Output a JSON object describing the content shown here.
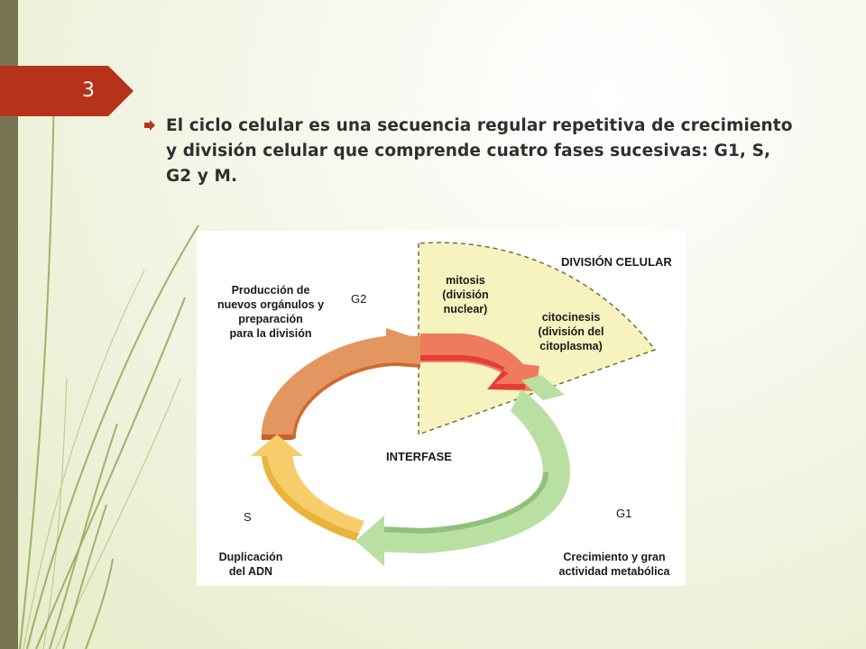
{
  "slide": {
    "page_number": "3",
    "bullet_icon": "arrow-bullet-icon",
    "body_text": "El ciclo celular es una secuencia regular repetitiva de crecimiento y división celular  que comprende cuatro fases sucesivas: G1, S, G2 y M."
  },
  "diagram": {
    "division_title": "DIVISIÓN CELULAR",
    "mitosis": "mitosis\n(división\nnuclear)",
    "citocinesis": "citocinesis\n(división del\ncitoplasma)",
    "interfase": "INTERFASE",
    "g2_label": "G2",
    "g2_description": "Producción de\nnuevos orgánulos y\npreparación\npara la división",
    "s_label": "S",
    "s_description": "Duplicación\ndel ADN",
    "g1_label": "G1",
    "g1_description": "Crecimiento y gran\nactividad metabólica",
    "colors": {
      "m_phase": "#ef7a5d",
      "m_phase_dark": "#e23d36",
      "g1": "#b9dfa3",
      "s": "#f7cd6b",
      "g2": "#e3965f",
      "division_wedge": "#f6f3bf"
    }
  }
}
